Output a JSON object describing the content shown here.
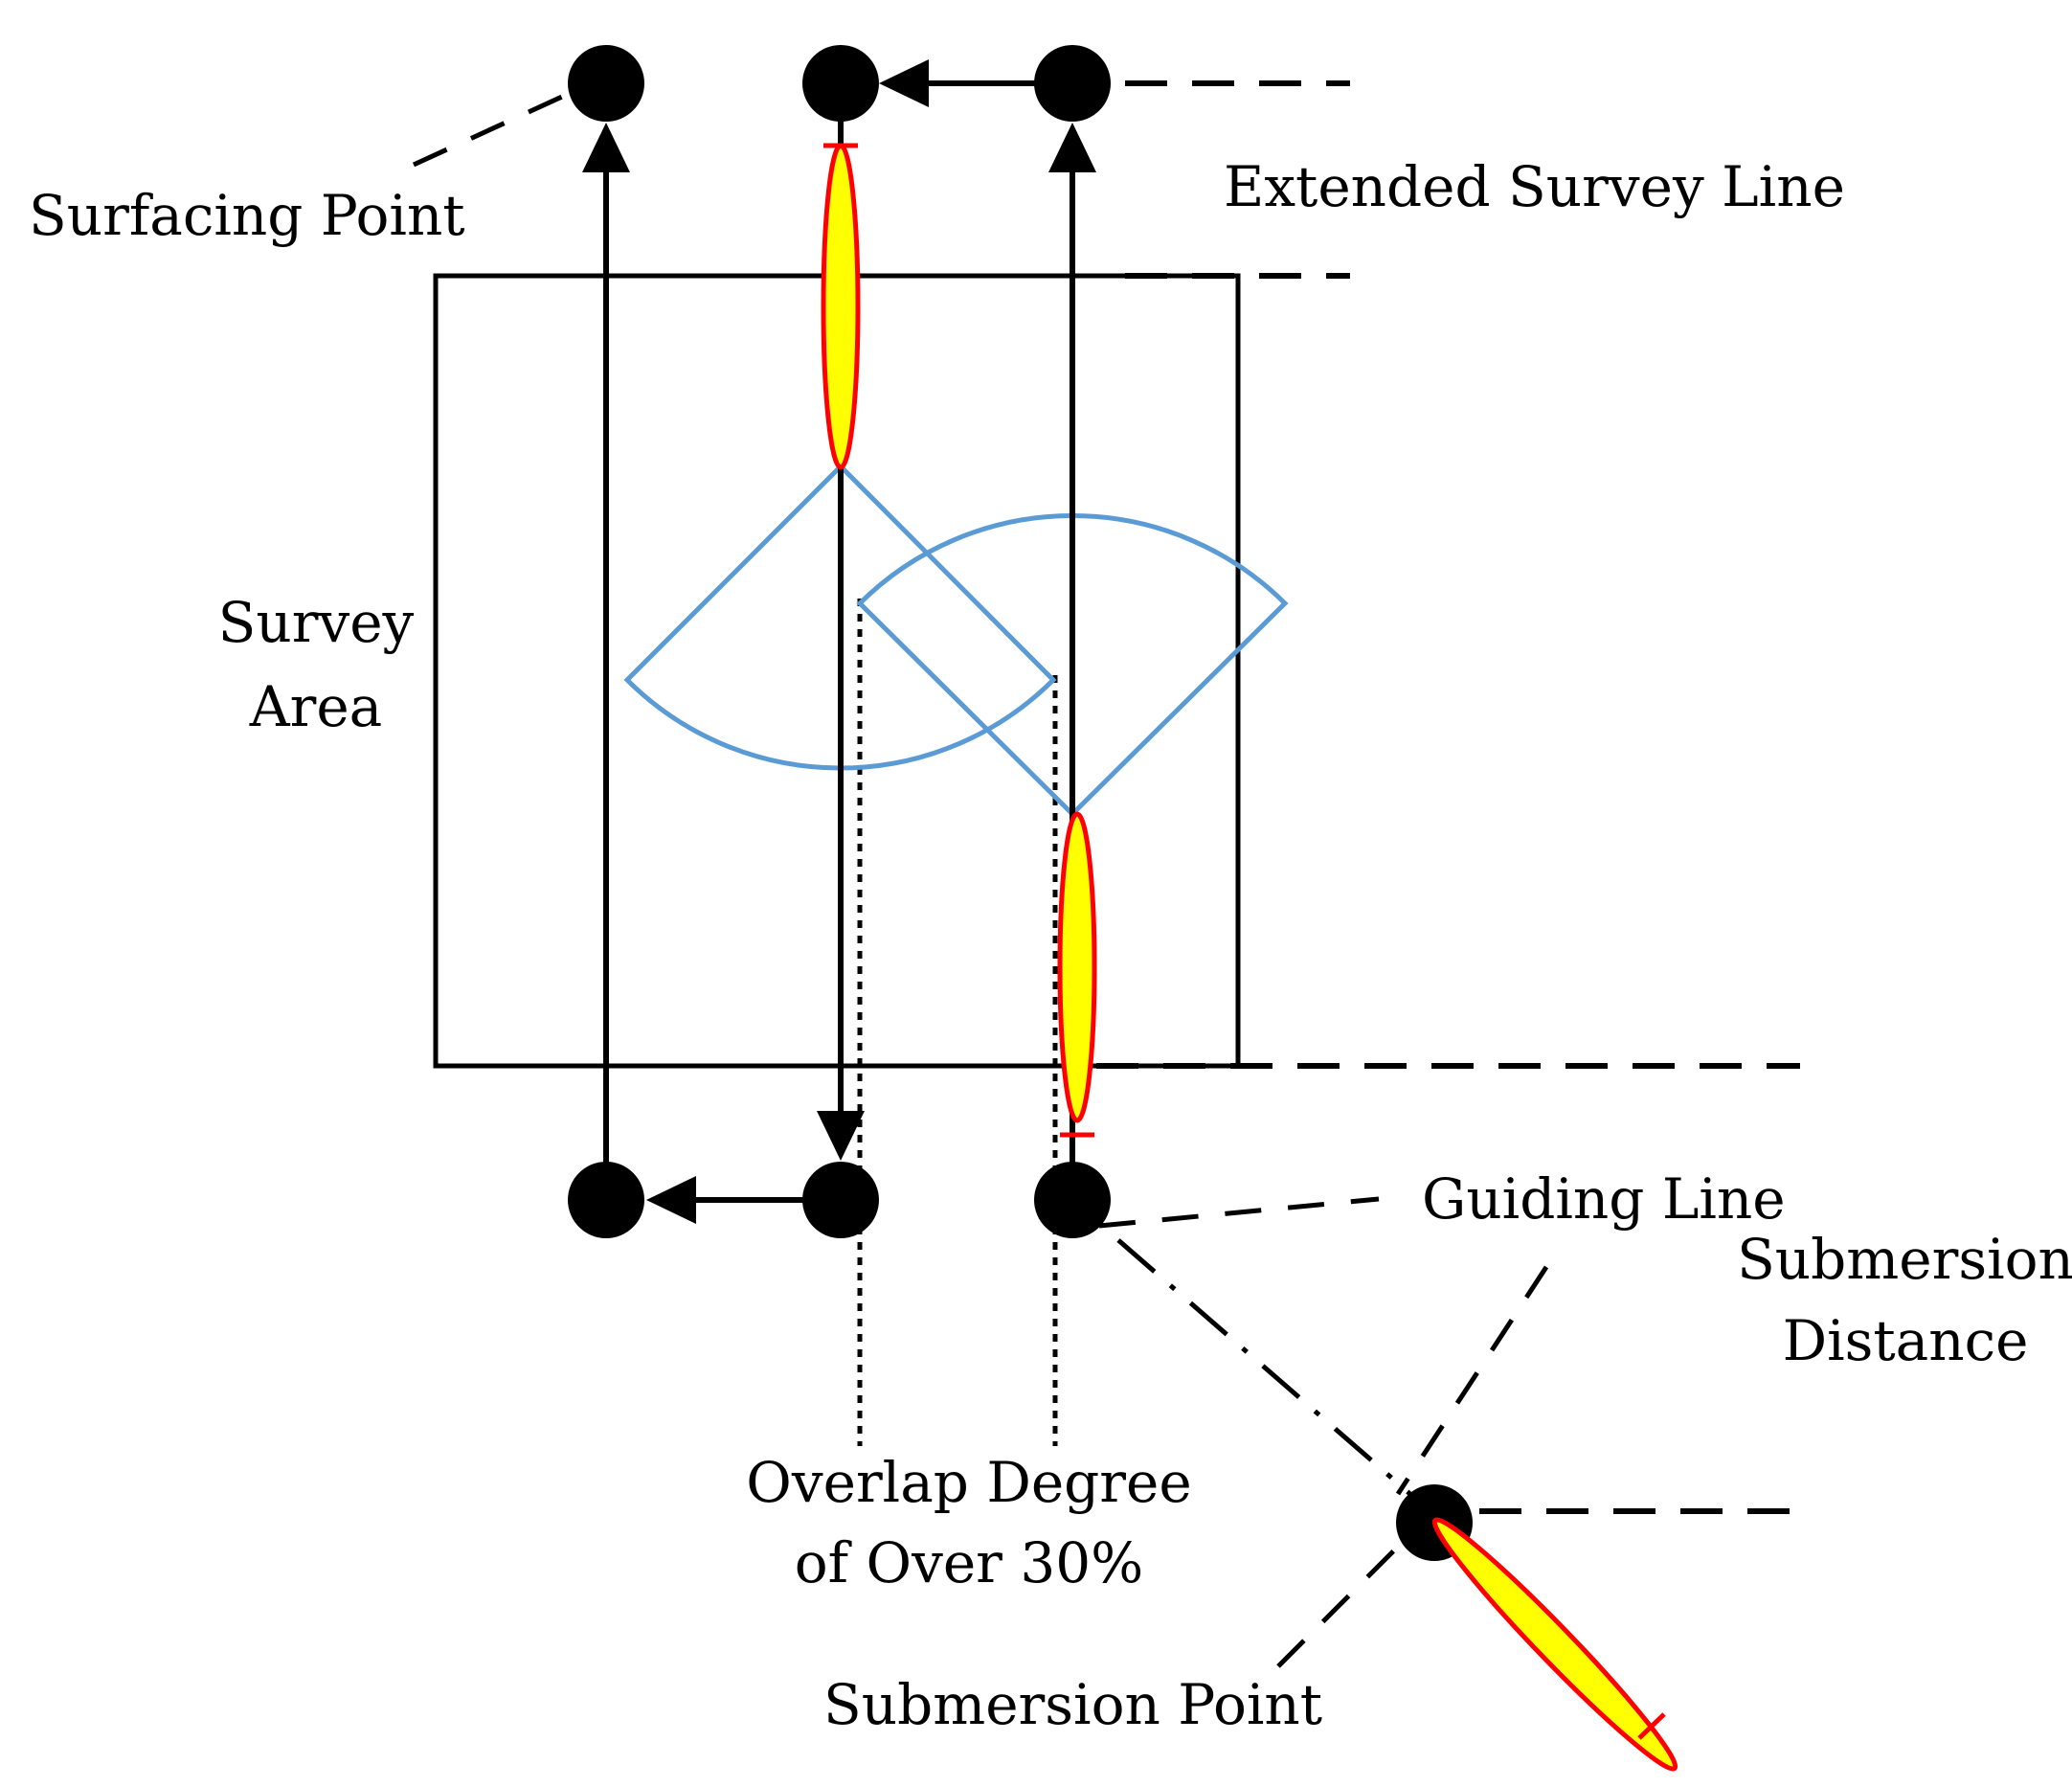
{
  "labels": {
    "surfacing_point": "Surfacing Point",
    "extended_survey_line": "Extended Survey Line",
    "survey_area_line1": "Survey",
    "survey_area_line2": "Area",
    "guiding_line": "Guiding Line",
    "submersion_distance_line1": "Submersion",
    "submersion_distance_line2": "Distance",
    "overlap_line1": "Overlap Degree",
    "overlap_line2": "of Over 30%",
    "submersion_point": "Submersion Point"
  },
  "colors": {
    "line": "#000000",
    "sonar_fan": "#5b9bd5",
    "vehicle_fill": "#ffff00",
    "vehicle_outline": "#ff0000"
  },
  "icons": {
    "waypoint": "filled-circle",
    "vehicle": "auv-ellipse",
    "sonar_coverage": "sonar-fan"
  }
}
